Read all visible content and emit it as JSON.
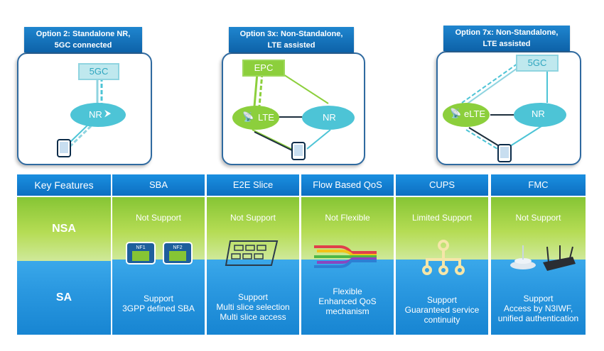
{
  "options": [
    {
      "title_line1": "Option 2: Standalone NR,",
      "title_line2": "5GC connected",
      "core": "5GC",
      "nodes": [
        "NR"
      ]
    },
    {
      "title_line1": "Option 3x: Non-Standalone,",
      "title_line2": "LTE assisted",
      "core": "EPC",
      "nodes": [
        "LTE",
        "NR"
      ]
    },
    {
      "title_line1": "Option 7x: Non-Standalone,",
      "title_line2": "LTE assisted",
      "core": "5GC",
      "nodes": [
        "eLTE",
        "NR"
      ]
    }
  ],
  "table": {
    "corner": "Key Features",
    "rows": [
      "NSA",
      "SA"
    ],
    "columns": [
      {
        "header": "SBA",
        "nsa": "Not Support",
        "sa": [
          "Support",
          "3GPP defined SBA"
        ],
        "icon": "network-function-icon",
        "icon_labels": [
          "NF1",
          "NF2"
        ]
      },
      {
        "header": "E2E Slice",
        "nsa": "Not Support",
        "sa": [
          "Support",
          "Multi slice selection",
          "Multi slice access"
        ],
        "icon": "slice-icon"
      },
      {
        "header": "Flow Based QoS",
        "nsa": "Not Flexible",
        "sa": [
          "Flexible",
          "Enhanced QoS",
          "mechanism"
        ],
        "icon": "qos-flow-icon"
      },
      {
        "header": "CUPS",
        "nsa": "Limited Support",
        "sa": [
          "Support",
          "Guaranteed service",
          "continuity"
        ],
        "icon": "cups-tree-icon"
      },
      {
        "header": "FMC",
        "nsa": "Not Support",
        "sa": [
          "Support",
          "Access by N3IWF,",
          "unified authentication"
        ],
        "icon": "fmc-router-icon"
      }
    ]
  },
  "colors": {
    "title_blue": "#0d62a8",
    "frame_blue": "#2f6aa0",
    "nsa_green": "#86c534",
    "sa_blue": "#2a98e0",
    "nr_node": "#4dc4d6",
    "lte_node": "#8ccf3c"
  }
}
